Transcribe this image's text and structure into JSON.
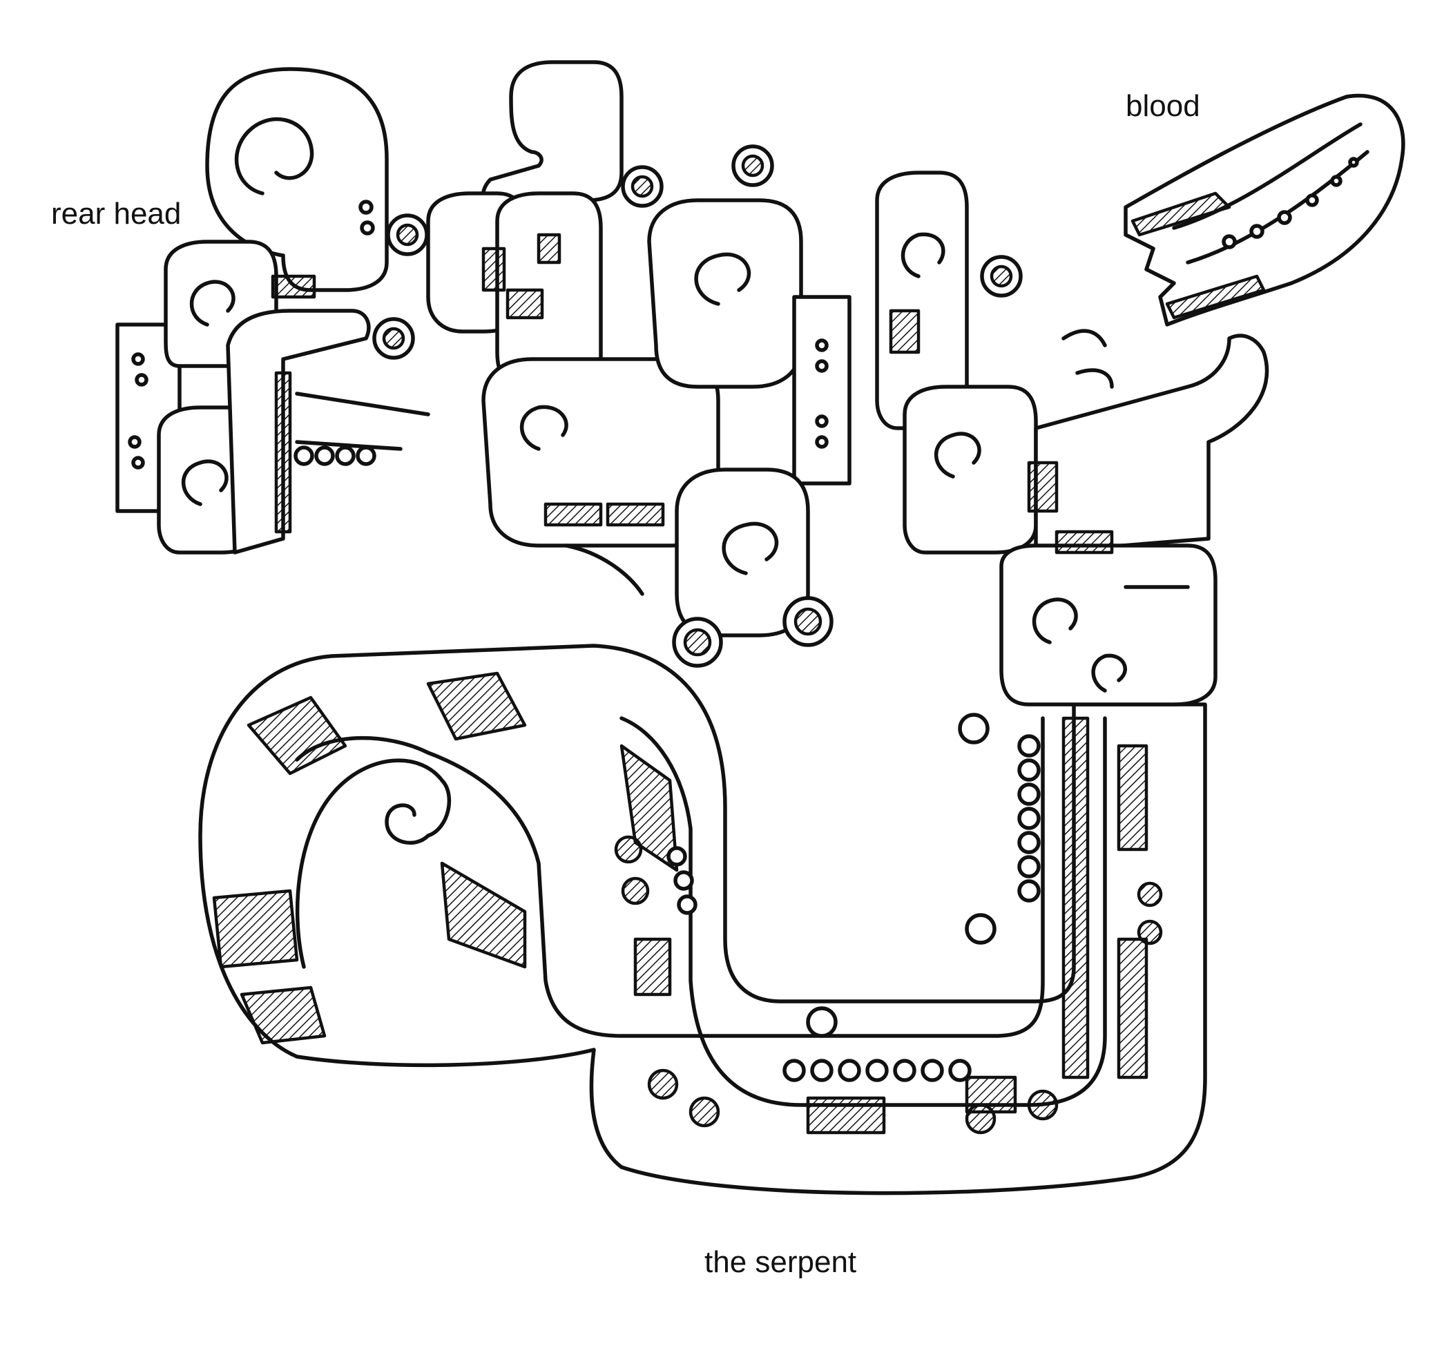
{
  "figure": {
    "labels": {
      "rear_head": "rear head",
      "blood": "blood",
      "serpent": "the serpent"
    },
    "colors": {
      "ink": "#111111",
      "paper": "#ffffff"
    }
  }
}
